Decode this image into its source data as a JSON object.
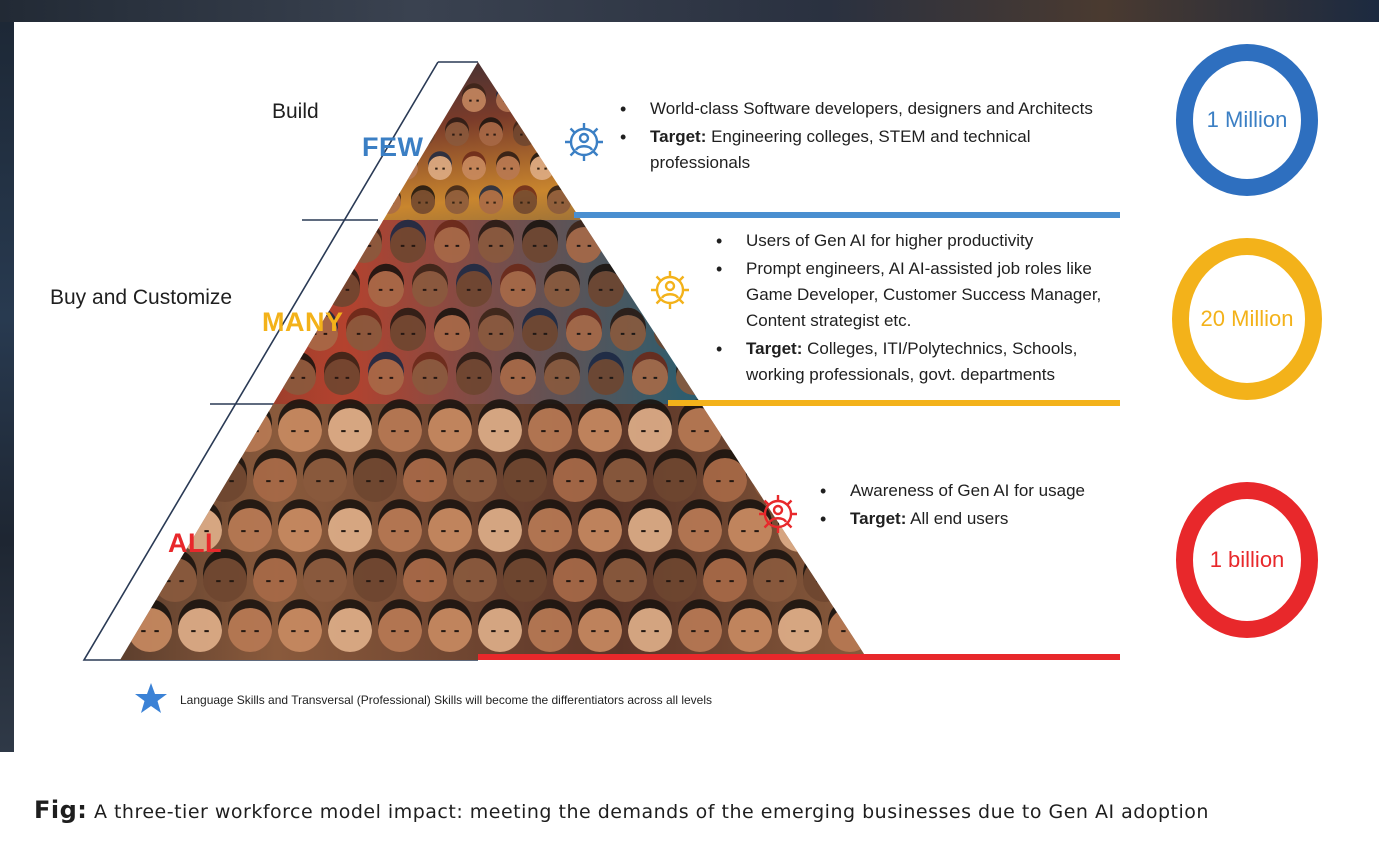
{
  "tiers": [
    {
      "action": "Build",
      "level": "FEW",
      "color": "#3b7fc4",
      "bullets": [
        {
          "bold": "",
          "text": "World-class Software developers, designers and Architects"
        },
        {
          "bold": "Target:",
          "text": " Engineering colleges, STEM and technical professionals"
        }
      ],
      "count": "1 Million",
      "icon": "gear-people-icon"
    },
    {
      "action": "Buy and Customize",
      "level": "MANY",
      "color": "#f3b21a",
      "bullets": [
        {
          "bold": "",
          "text": "Users of Gen AI for higher productivity"
        },
        {
          "bold": "",
          "text": "Prompt engineers, AI AI-assisted job roles like Game Developer, Customer Success Manager, Content strategist etc."
        },
        {
          "bold": "Target:",
          "text": " Colleges, ITI/Polytechnics, Schools, working professionals, govt. departments"
        }
      ],
      "count": "20 Million",
      "icon": "gear-people-icon"
    },
    {
      "action": "",
      "level": "ALL",
      "color": "#e8282b",
      "bullets": [
        {
          "bold": "",
          "text": "Awareness of Gen AI for usage"
        },
        {
          "bold": "Target:",
          "text": " All end users"
        }
      ],
      "count": "1 billion",
      "icon": "gear-people-icon"
    }
  ],
  "note": "Language Skills and Transversal (Professional) Skills will become the differentiators across all levels",
  "caption": {
    "lead": "Fig:",
    "text": " A three-tier workforce model impact: meeting the demands of the emerging businesses due to Gen AI adoption"
  }
}
